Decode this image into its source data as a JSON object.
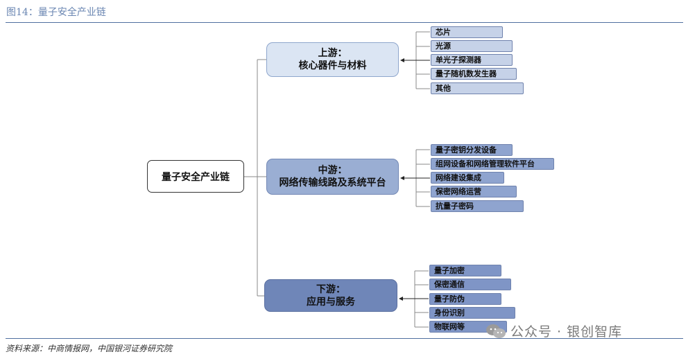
{
  "figure_title": "图14：量子安全产业链",
  "source": "资料来源：中商情报网，中国银河证券研究院",
  "watermark": "公众号 · 银创智库",
  "watermark_icon": "wechat-icon",
  "colors": {
    "rule": "#4f6f9f",
    "upstream": "#dbe5f3",
    "midstream": "#9aaed3",
    "downstream": "#6f86b8",
    "connector": "#888888"
  },
  "root": "量子安全产业链",
  "stages": [
    {
      "line1": "上游：",
      "line2": "核心器件与材料",
      "items": [
        "芯片",
        "光源",
        "单光子探测器",
        "量子随机数发生器",
        "其他"
      ]
    },
    {
      "line1": "中游：",
      "line2": "网络传输线路及系统平台",
      "items": [
        "量子密钥分发设备",
        "组网设备和网络管理软件平台",
        "网络建设集成",
        "保密网络运营",
        "抗量子密码"
      ]
    },
    {
      "line1": "下游：",
      "line2": "应用与服务",
      "items": [
        "量子加密",
        "保密通信",
        "量子防伪",
        "身份识别",
        "物联网等"
      ]
    }
  ]
}
